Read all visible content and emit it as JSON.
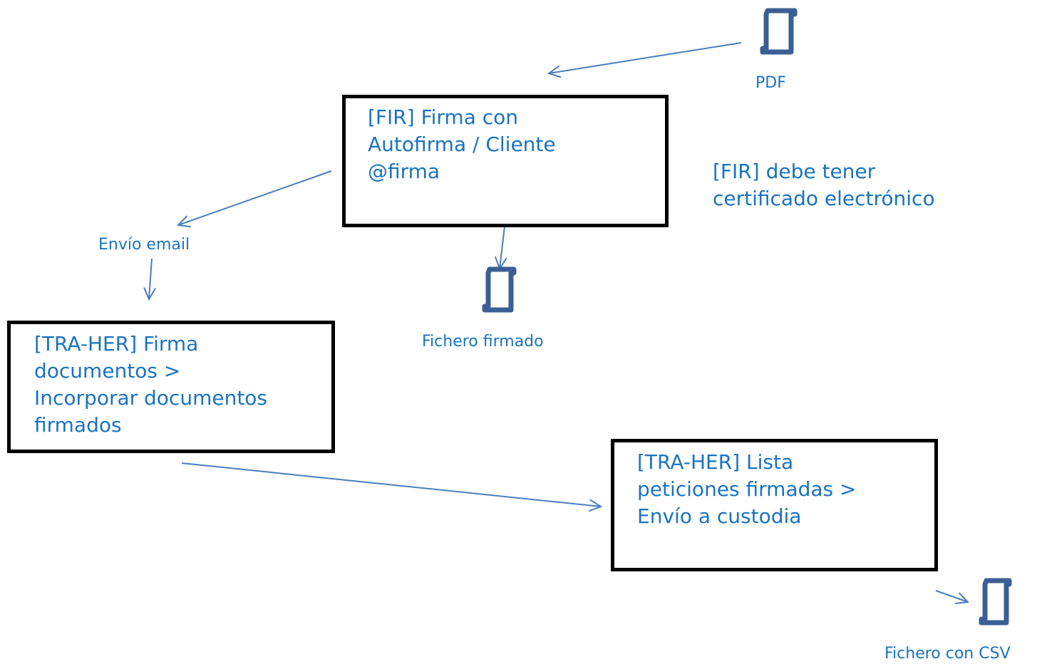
{
  "colors": {
    "text": "#1a73c2",
    "arrow": "#4a7ebb",
    "doc_icon": "#3b5f94",
    "box_border": "#000000"
  },
  "boxes": {
    "fir": "[FIR] Firma con\nAutofirma / Cliente\n@firma",
    "tra_her_firma": "[TRA-HER] Firma\ndocumentos >\nIncorporar documentos\nfirmados",
    "tra_her_lista": "[TRA-HER] Lista\npeticiones firmadas >\nEnvío a custodia"
  },
  "labels": {
    "pdf": "PDF",
    "fichero_firmado": "Fichero firmado",
    "envio_email": "Envío email",
    "fichero_csv": "Fichero con CSV"
  },
  "note": "[FIR] debe tener\ncertificado electrónico",
  "icons": [
    "document-icon",
    "document-icon",
    "document-icon"
  ]
}
